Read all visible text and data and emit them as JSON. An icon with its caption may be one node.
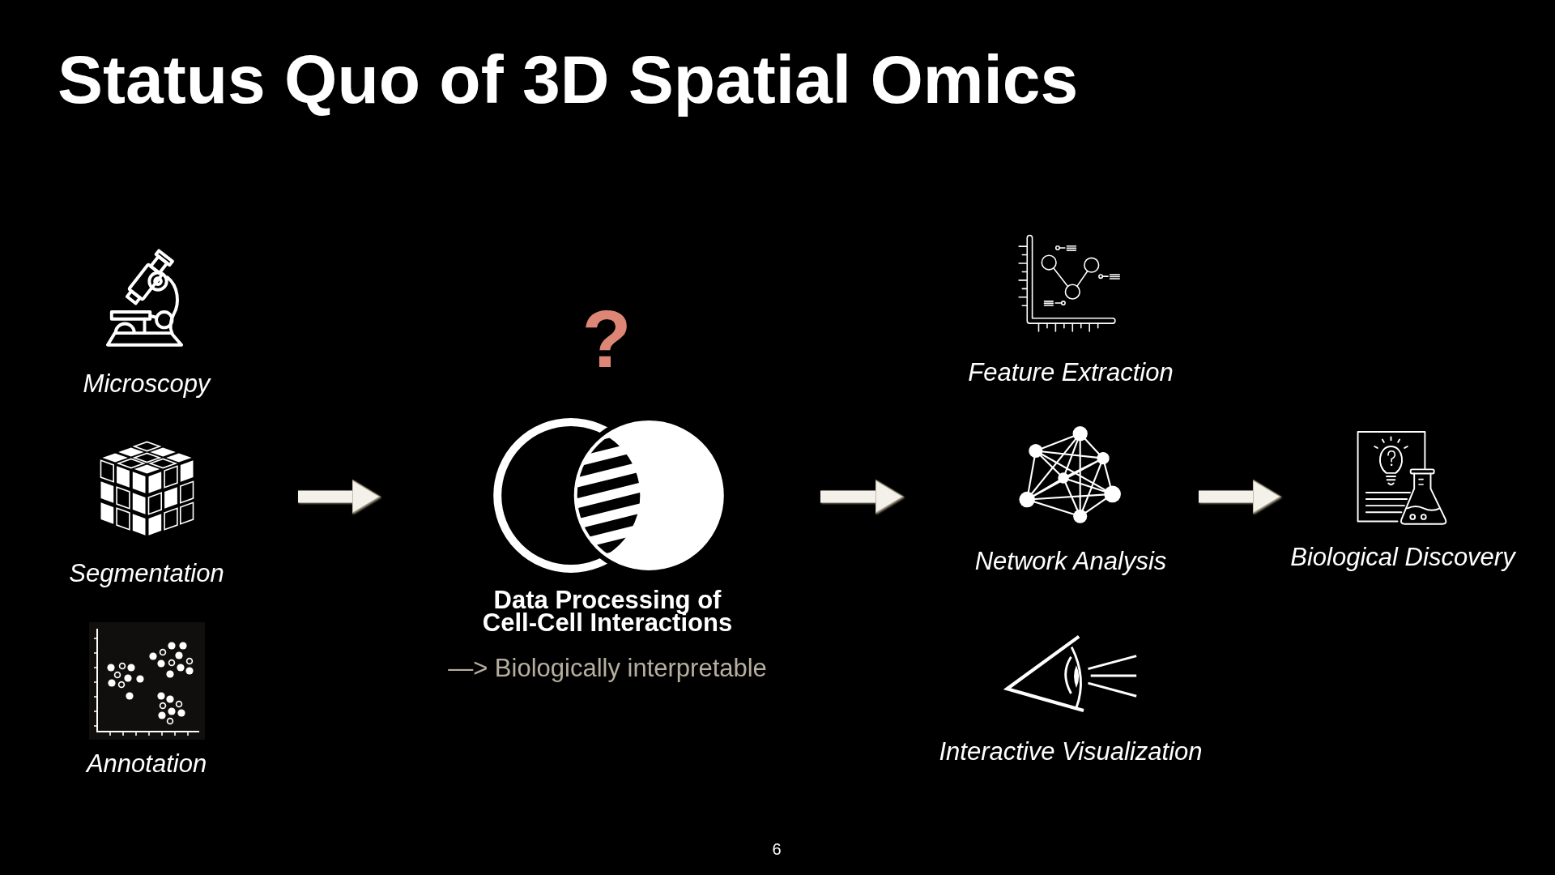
{
  "diagram": {
    "title": "Status Quo of 3D Spatial Omics",
    "nodes": [
      {
        "text": [
          "Microscopy"
        ]
      },
      {
        "text": [
          "Segmentation"
        ]
      },
      {
        "text": [
          "Annotation"
        ]
      },
      {
        "text": [
          "Data Processing of Cell-Cell Interactions"
        ],
        "beside": [
          "?",
          "—> Biologically interpretable"
        ]
      },
      {
        "text": [
          "Feature Extraction"
        ]
      },
      {
        "text": [
          "Network Analysis"
        ]
      },
      {
        "text": [
          "Interactive Visualization"
        ]
      },
      {
        "text": [
          "Biological Discovery"
        ]
      }
    ],
    "edges": [
      {
        "from": 1,
        "to": 3,
        "arrow": "to"
      },
      {
        "from": 3,
        "to": 5,
        "arrow": "to"
      },
      {
        "from": 5,
        "to": 7,
        "arrow": "to"
      }
    ],
    "labels": [
      "6"
    ]
  }
}
